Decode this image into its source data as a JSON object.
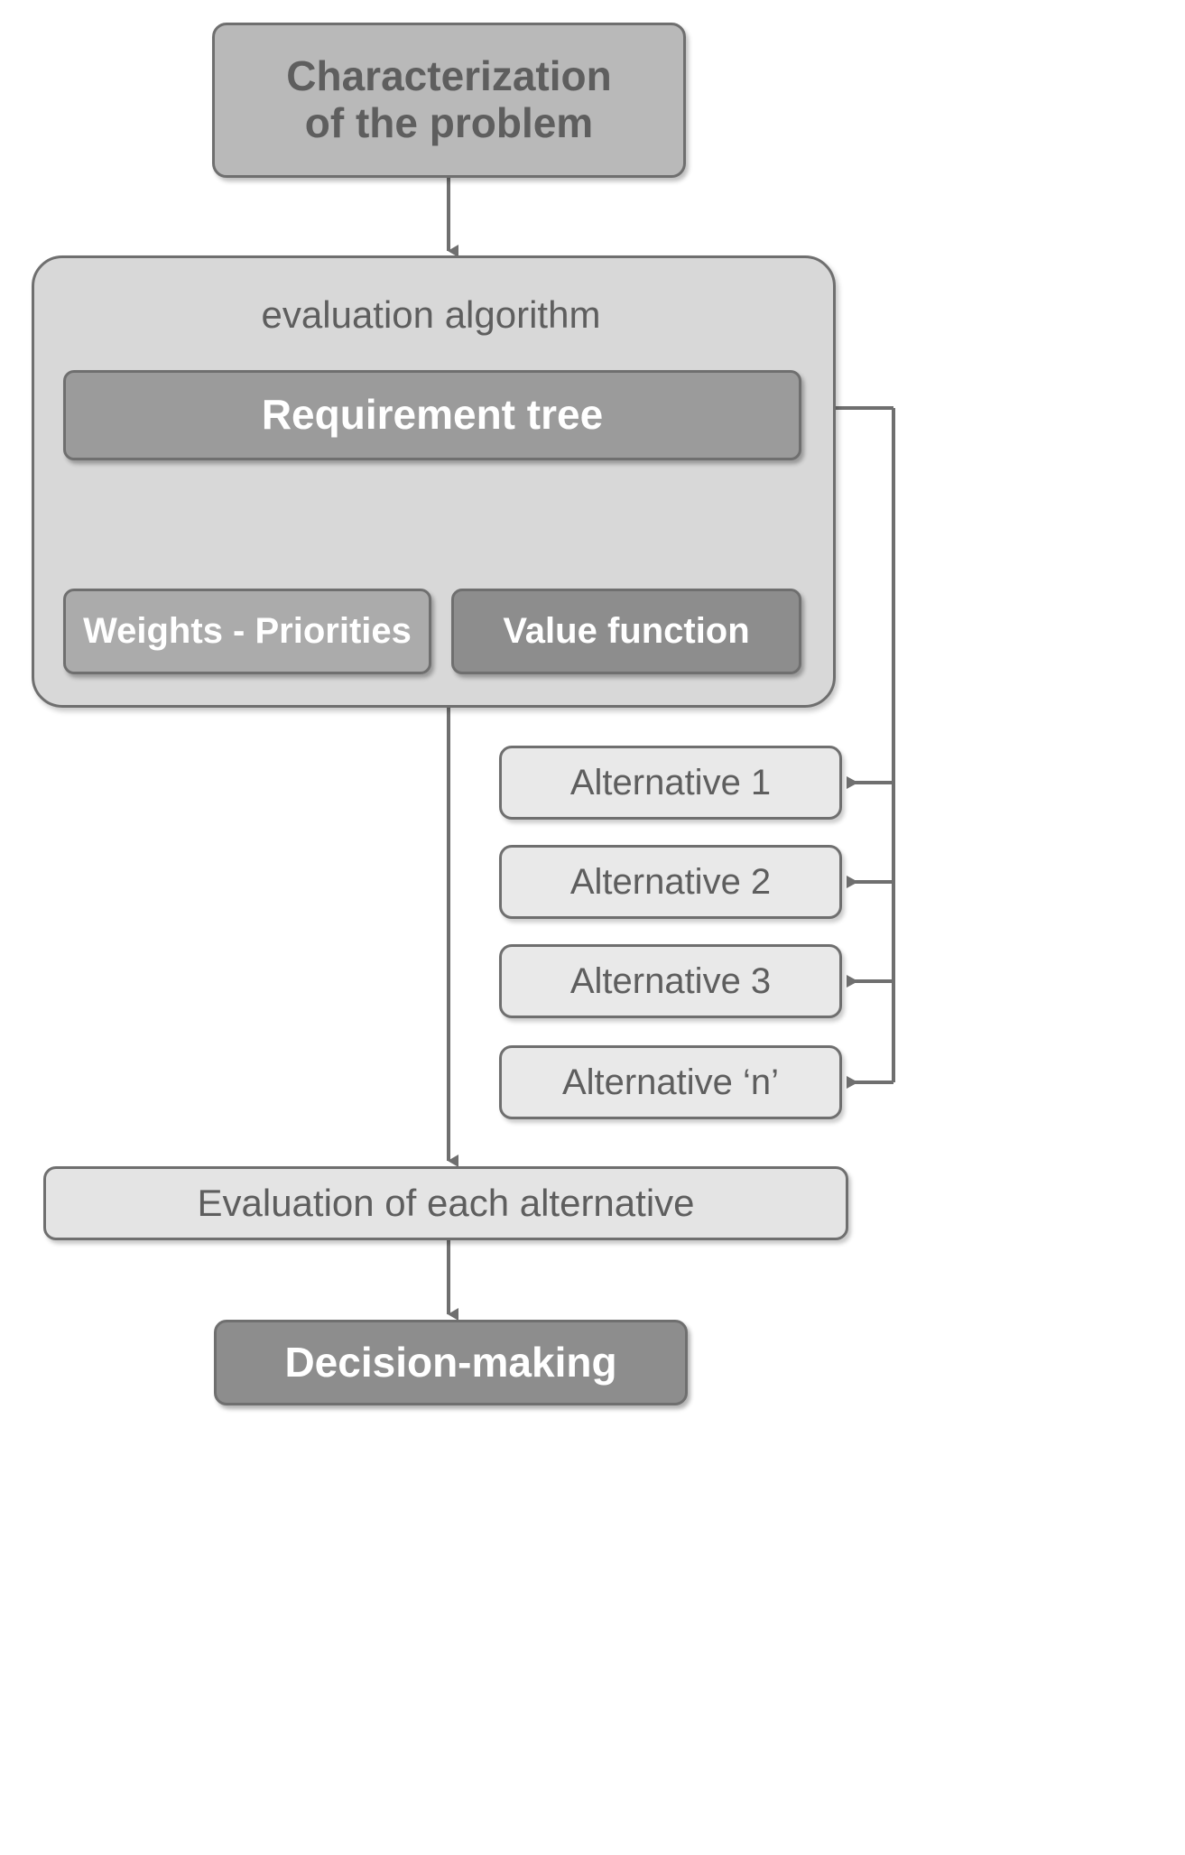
{
  "diagram": {
    "title": "Multi-criteria decision-making evaluation flowchart",
    "palette": {
      "top_box_fill": "#b9b9b9",
      "container_fill": "#d8d8d8",
      "requirement_tree_fill": "#9b9b9b",
      "weights_fill": "#ababab",
      "value_function_fill": "#8d8d8d",
      "alternative_fill": "#e9e9e9",
      "evaluation_fill": "#e4e4e4",
      "decision_fill": "#8d8d8d",
      "stroke": "#6f6f6f",
      "dark_text": "#5e5e5e",
      "light_text": "#ffffff"
    },
    "nodes": {
      "characterization": "Characterization\nof the problem",
      "characterization_line1": "Characterization",
      "characterization_line2": "of the problem",
      "evaluation_algorithm": "evaluation algorithm",
      "requirement_tree": "Requirement tree",
      "weights_priorities": "Weights - Priorities",
      "value_function": "Value function",
      "evaluation_of_each_alternative": "Evaluation of each alternative",
      "decision_making": "Decision-making"
    },
    "alternatives": [
      {
        "label": "Alternative 1"
      },
      {
        "label": "Alternative 2"
      },
      {
        "label": "Alternative 3"
      },
      {
        "label": "Alternative ‘n’"
      }
    ],
    "edges": [
      {
        "from": "characterization",
        "to": "evaluation_algorithm",
        "arrow": "down"
      },
      {
        "from": "requirement_tree",
        "to": "weights_priorities",
        "arrow": "none"
      },
      {
        "from": "requirement_tree",
        "to": "value_function",
        "arrow": "none"
      },
      {
        "from": "requirement_tree",
        "to": "Alternative 1",
        "arrow": "left"
      },
      {
        "from": "requirement_tree",
        "to": "Alternative 2",
        "arrow": "left"
      },
      {
        "from": "requirement_tree",
        "to": "Alternative 3",
        "arrow": "left"
      },
      {
        "from": "requirement_tree",
        "to": "Alternative ‘n’",
        "arrow": "left"
      },
      {
        "from": "evaluation_algorithm",
        "to": "evaluation_of_each_alternative",
        "arrow": "down"
      },
      {
        "from": "evaluation_of_each_alternative",
        "to": "decision_making",
        "arrow": "down"
      }
    ]
  }
}
